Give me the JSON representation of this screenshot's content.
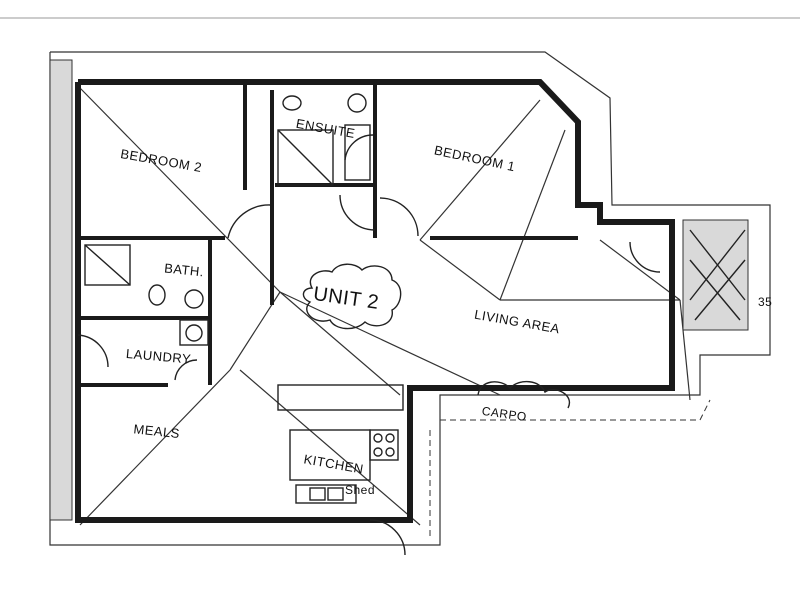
{
  "rooms": {
    "ensuite": "ENSUITE",
    "bedroom1": "BEDROOM 1",
    "bedroom2": "BEDROOM 2",
    "bath": "BATH.",
    "laundry": "LAUNDRY",
    "living": "LIVING AREA",
    "meals": "MEALS",
    "kitchen": "KITCHEN"
  },
  "labels": {
    "unit": "UNIT 2",
    "carport": "CARPO",
    "shed": "Shed",
    "dimension": "35"
  }
}
